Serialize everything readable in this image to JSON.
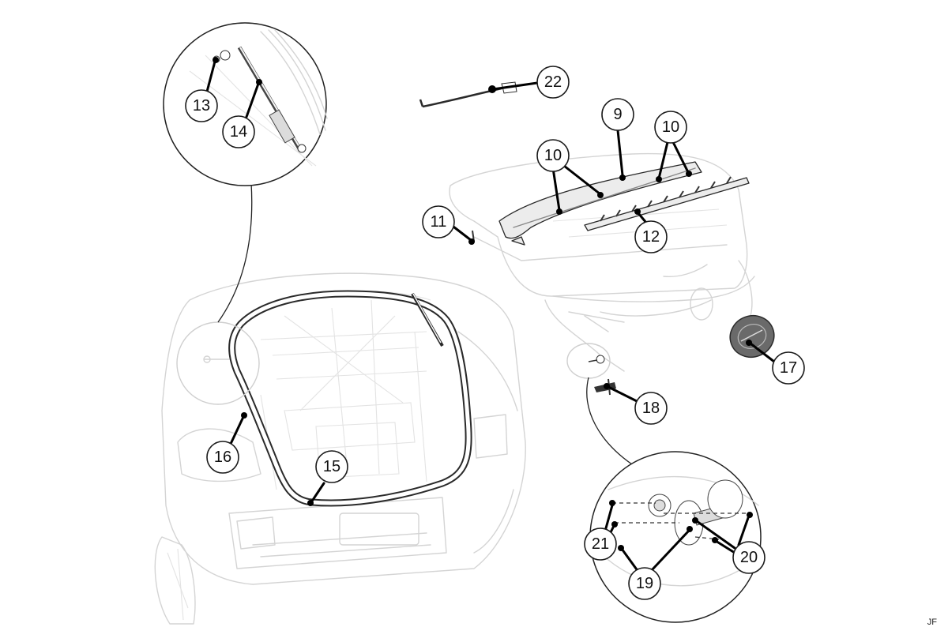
{
  "callouts": [
    "9",
    "10",
    "10",
    "11",
    "12",
    "13",
    "14",
    "15",
    "16",
    "17",
    "18",
    "19",
    "20",
    "21",
    "22"
  ],
  "signature": "JF"
}
